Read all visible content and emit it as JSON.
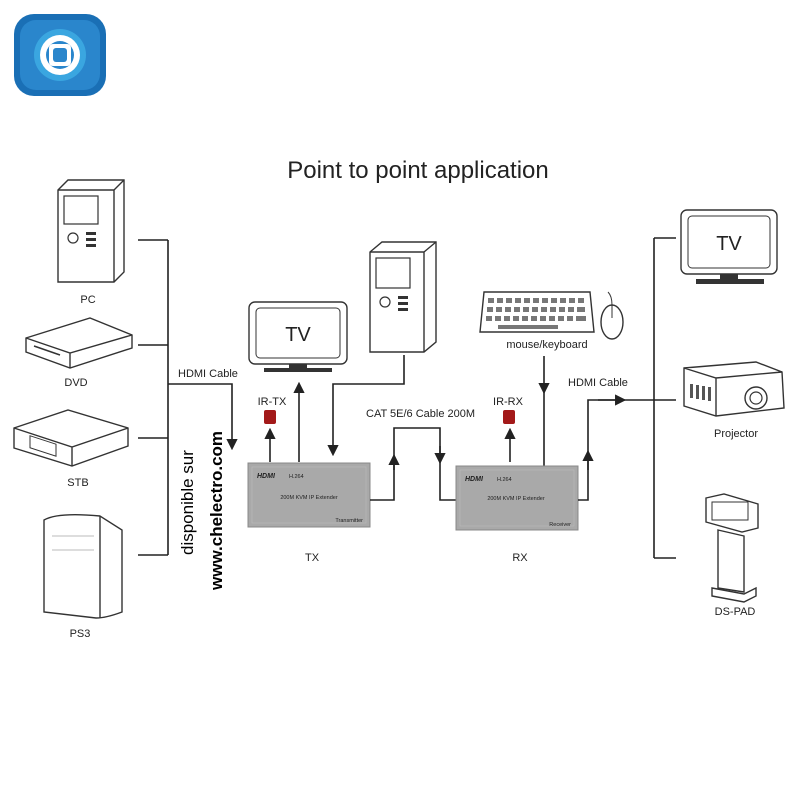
{
  "title": "Point to point application",
  "sources": [
    "PC",
    "DVD",
    "STB",
    "PS3"
  ],
  "sinks": [
    "TV",
    "Projector",
    "DS-PAD"
  ],
  "sink_tv_text": "TV",
  "local_tv_text": "TV",
  "mouse_keyboard": "mouse/keyboard",
  "cables": {
    "hdmi_in": "HDMI Cable",
    "hdmi_out": "HDMI Cable",
    "cat": "CAT 5E/6 Cable 200M"
  },
  "ir": {
    "tx": "IR-TX",
    "rx": "IR-RX"
  },
  "transmitter": {
    "logo": "HDMI",
    "codec": "H.264",
    "name": "200M KVM IP Extender",
    "role": "Transmitter",
    "caption": "TX"
  },
  "receiver": {
    "logo": "HDMI",
    "codec": "H.264",
    "name": "200M KVM IP Extender",
    "role": "Receiver",
    "caption": "RX"
  },
  "watermark": {
    "line1": "disponible sur",
    "line2": "www.chelectro.com"
  },
  "colors": {
    "logo_outer": "#1a6fb5",
    "logo_inner": "#3aa6e0",
    "extender_body": "#a9a9a9",
    "ir_sensor": "#a31919"
  }
}
